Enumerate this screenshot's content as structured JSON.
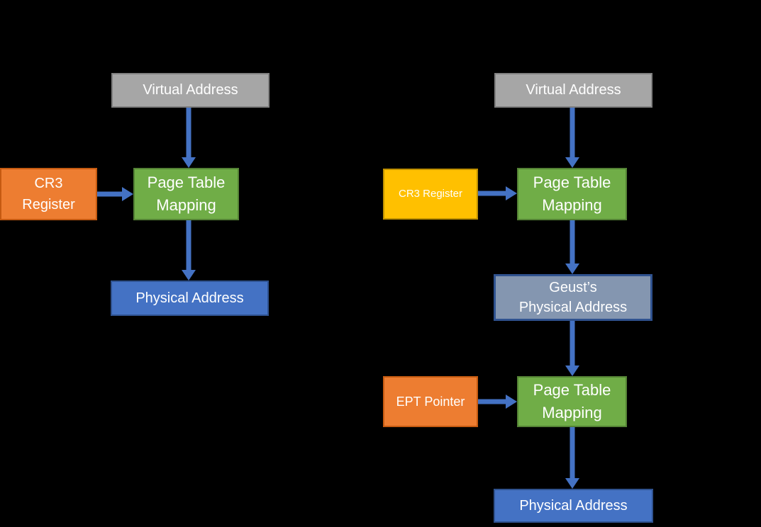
{
  "colors": {
    "background": "#000000",
    "arrow": "#4472C4",
    "gray_fill": "#A6A6A6",
    "gray_border": "#7F7F7F",
    "orange_fill": "#ED7D31",
    "orange_border": "#C55A11",
    "green_fill": "#70AD47",
    "green_border": "#548235",
    "blue_fill": "#4472C4",
    "blue_border": "#2F528F",
    "yellow_fill": "#FFC000",
    "yellow_border": "#BF9000",
    "bluegray_fill": "#8496B0",
    "bluegray_border": "#2F528F",
    "text": "#FFFFFF"
  },
  "left_diagram": {
    "virtual_address_label": "Virtual Address",
    "cr3_register_label": "CR3\nRegister",
    "page_table_mapping_label": "Page Table\nMapping",
    "physical_address_label": "Physical Address"
  },
  "right_diagram": {
    "virtual_address_label": "Virtual Address",
    "cr3_register_label": "CR3 Register",
    "page_table_mapping_top_label": "Page Table\nMapping",
    "guest_physical_address_label": "Geust’s\nPhysical Address",
    "ept_pointer_label": "EPT Pointer",
    "page_table_mapping_bottom_label": "Page Table\nMapping",
    "physical_address_label": "Physical Address"
  }
}
